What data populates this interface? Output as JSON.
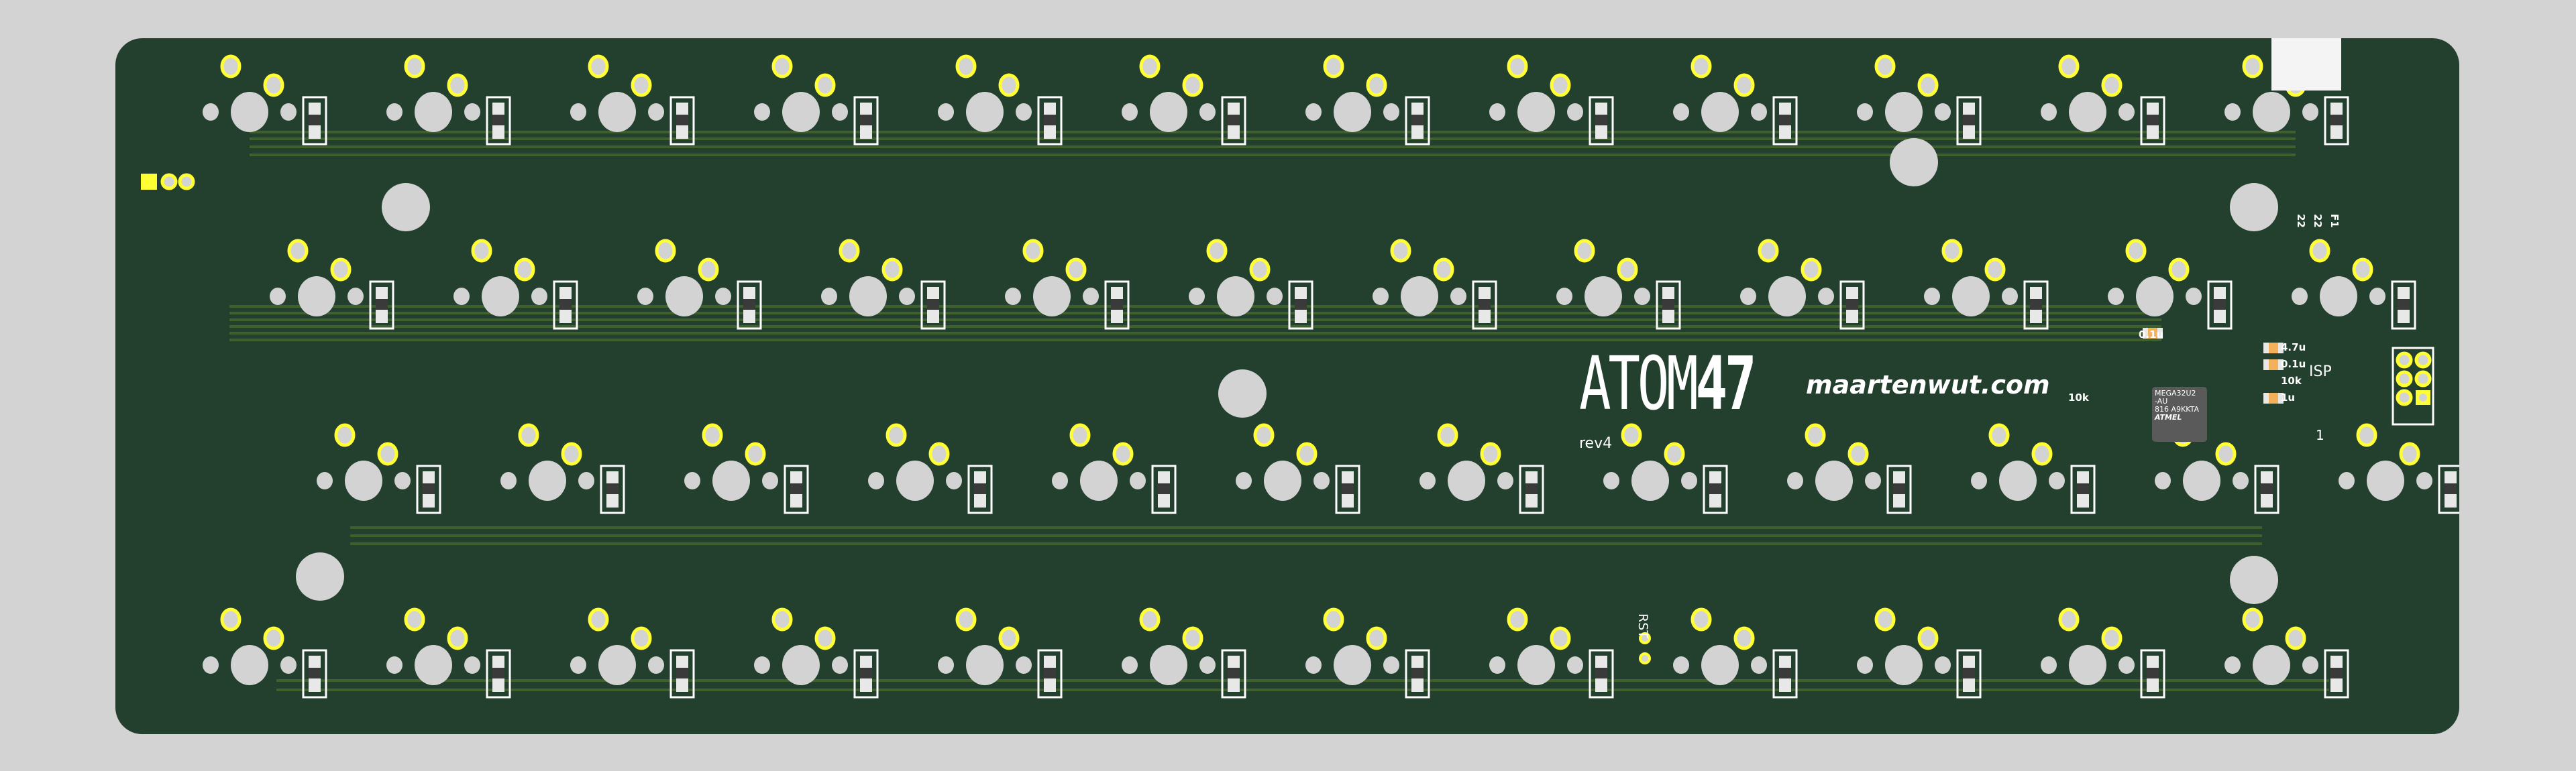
{
  "board": {
    "name": "ATOM",
    "name_number": "47",
    "revision": "rev4",
    "url": "maartenwut.com",
    "colors": {
      "background": "#d3d3d3",
      "soldermask": "#233f2d",
      "copper_trace": "#3f5f2c",
      "pad_ring": "#ffff33",
      "drill": "#d3d3d3",
      "silkscreen": "#ffffff",
      "capacitor_body": "#f2b15a",
      "chip_body": "#5a5a5a"
    }
  },
  "components": {
    "mcu": {
      "line1": "MEGA32U2",
      "line2": "-AU",
      "line3": "816 A9KKTA",
      "brand": "ATMEL"
    },
    "labels": {
      "cap_a": "0.1u",
      "cap_b": "4.7u",
      "cap_c": "0.1u",
      "res_a": "10k",
      "cap_d": "1u",
      "res_b": "10k",
      "res_usb1": "22",
      "res_usb2": "22",
      "fuse": "F1",
      "isp": "ISP",
      "isp_pin1": "1",
      "reset": "RST"
    }
  }
}
